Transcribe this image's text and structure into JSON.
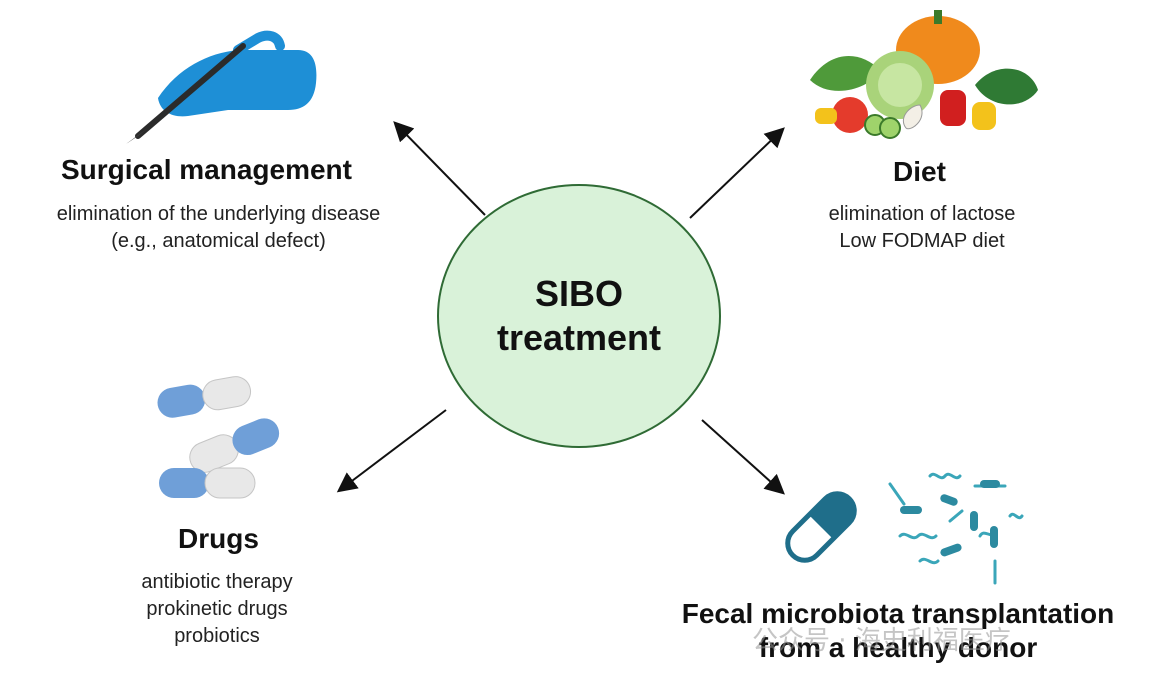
{
  "center": {
    "line1": "SIBO",
    "line2": "treatment"
  },
  "branches": {
    "surgical": {
      "title": "Surgical management",
      "lines": [
        "elimination of the underlying disease",
        "(e.g., anatomical defect)"
      ]
    },
    "diet": {
      "title": "Diet",
      "lines": [
        "elimination of lactose",
        "Low FODMAP diet"
      ]
    },
    "drugs": {
      "title": "Drugs",
      "lines": [
        "antibiotic therapy",
        "prokinetic drugs",
        "probiotics"
      ]
    },
    "fmt": {
      "title_line1": "Fecal microbiota transplantation",
      "title_line2": "from a healthy donor"
    }
  },
  "watermark": "公众号 · 海史利福医疗",
  "colors": {
    "circle_fill": "#d9f2d9",
    "circle_stroke": "#2f6b35",
    "glove": "#1e8fd6",
    "capsule_blue": "#6f9fd8",
    "fmt_capsule": "#1f6e8a",
    "bacteria": "#3aa6b9"
  },
  "icons": [
    "scalpel-hand-icon",
    "vegetables-icon",
    "pills-icon",
    "capsule-icon",
    "bacteria-icon"
  ]
}
